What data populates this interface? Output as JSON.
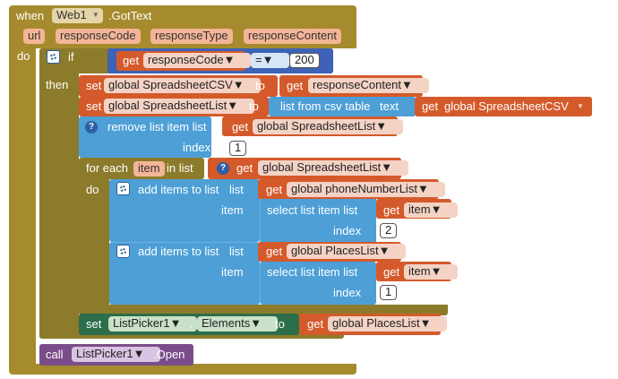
{
  "event": {
    "when": "when",
    "component": "Web1",
    "event_name": ".GotText",
    "params": [
      "url",
      "responseCode",
      "responseType",
      "responseContent"
    ],
    "do": "do"
  },
  "if_block": {
    "if": "if",
    "then": "then",
    "get": "get",
    "var": "responseCode",
    "op": "=",
    "value": "200"
  },
  "set1": {
    "set": "set",
    "var": "global SpreadsheetCSV",
    "to": "to",
    "get": "get",
    "value": "responseContent"
  },
  "set2": {
    "set": "set",
    "var": "global SpreadsheetList",
    "to": "to",
    "call": "list from csv table",
    "text": "text",
    "get": "get",
    "value": "global SpreadsheetCSV"
  },
  "remove": {
    "label": "remove list item  list",
    "get": "get",
    "list": "global SpreadsheetList",
    "index_label": "index",
    "index": "1"
  },
  "foreach": {
    "label": "for each",
    "var": "item",
    "in_list": "in list",
    "get": "get",
    "list": "global SpreadsheetList",
    "do": "do"
  },
  "add1": {
    "label": "add items to list",
    "list_label": "list",
    "get": "get",
    "list": "global phoneNumberList",
    "item_label": "item",
    "select": "select list item  list",
    "get2": "get",
    "var": "item",
    "index_label": "index",
    "index": "2"
  },
  "add2": {
    "label": "add items to list",
    "list_label": "list",
    "get": "get",
    "list": "global PlacesList",
    "item_label": "item",
    "select": "select list item  list",
    "get2": "get",
    "var": "item",
    "index_label": "index",
    "index": "1"
  },
  "set3": {
    "set": "set",
    "component": "ListPicker1",
    "dot": ".",
    "property": "Elements",
    "to": "to",
    "get": "get",
    "value": "global PlacesList"
  },
  "call": {
    "call": "call",
    "component": "ListPicker1",
    "method": ".Open"
  },
  "colors": {
    "event": "#a58b2d",
    "control": "#8c7b2b",
    "logic": "#3d62b6",
    "variable": "#d45a2b",
    "list": "#4d9fd6",
    "component": "#2c6e4a",
    "method": "#7a4d8a"
  }
}
